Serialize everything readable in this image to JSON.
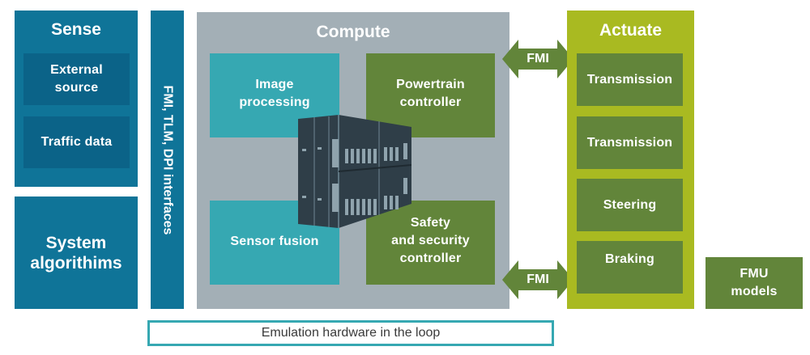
{
  "sense": {
    "title": "Sense",
    "items": [
      {
        "label_line1": "External",
        "label_line2": "source"
      },
      {
        "label": "Traffic data"
      }
    ]
  },
  "system_algorithms": {
    "line1": "System",
    "line2": "algorithims"
  },
  "interfaces": {
    "label": "FMI, TLM, DPI interfaces"
  },
  "compute": {
    "title": "Compute",
    "blocks": {
      "image_processing": {
        "line1": "Image",
        "line2": "processing"
      },
      "powertrain": {
        "line1": "Powertrain",
        "line2": "controller"
      },
      "sensor_fusion": {
        "label": "Sensor fusion"
      },
      "safety": {
        "line1": "Safety",
        "line2": "and security",
        "line3": "controller"
      }
    },
    "server_icon": "server-rack-icon"
  },
  "connectors": {
    "top": "FMI",
    "bottom": "FMI"
  },
  "actuate": {
    "title": "Actuate",
    "items": [
      "Transmission",
      "Transmission",
      "Steering",
      "Braking"
    ]
  },
  "fmu": {
    "line1": "FMU",
    "line2": "models"
  },
  "emulation": {
    "label": "Emulation hardware in the loop"
  },
  "colors": {
    "sense_blue": "#0f7498",
    "sense_inner": "#0b6388",
    "compute_gray": "#a3afb6",
    "teal": "#36a8b2",
    "green": "#62853a",
    "actuate_lime": "#a9ba21"
  }
}
